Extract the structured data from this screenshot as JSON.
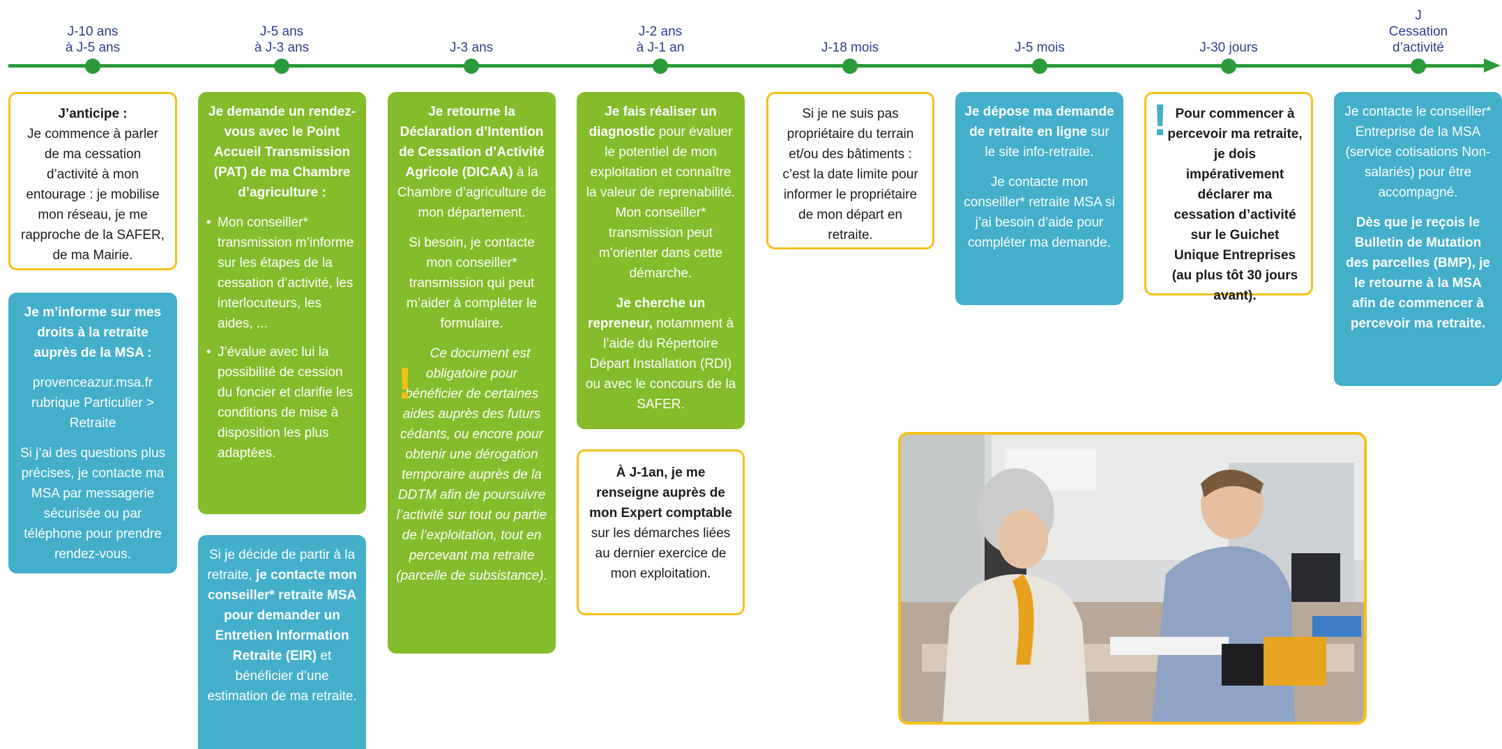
{
  "timeline": {
    "ticks": [
      {
        "line1": "J-10 ans",
        "line2": "à J-5 ans"
      },
      {
        "line1": "J-5 ans",
        "line2": "à J-3 ans"
      },
      {
        "line1": "",
        "line2": "J-3 ans"
      },
      {
        "line1": "J-2 ans",
        "line2": "à J-1 an"
      },
      {
        "line1": "",
        "line2": "J-18 mois"
      },
      {
        "line1": "",
        "line2": "J-5 mois"
      },
      {
        "line1": "",
        "line2": "J-30 jours"
      },
      {
        "line0": "J",
        "line1": "Cessation",
        "line2": "d’activité"
      }
    ]
  },
  "col1": {
    "card1": {
      "title": "J’anticipe :",
      "body": "Je commence à parler de ma cessation d’activité à mon entourage : je mobilise mon réseau, je me rapproche de la SAFER, de ma Mairie."
    },
    "card2": {
      "title": "Je m’informe sur mes droits à la retraite auprès de la MSA :",
      "p1": "provenceazur.msa.fr rubrique Particulier > Retraite",
      "p2": "Si j’ai des questions plus précises, je contacte ma MSA par messagerie sécurisée ou par téléphone pour prendre rendez-vous."
    }
  },
  "col2": {
    "card1": {
      "title": "Je demande un rendez-vous avec le Point Accueil Transmission (PAT) de ma Chambre d’agriculture :",
      "li1": "Mon conseiller* transmission m’informe sur les étapes de la cessation d’activité, les interlocuteurs, les aides, ...",
      "li2": "J’évalue avec lui la possibilité de cession du foncier et clarifie les conditions de mise à disposition les plus adaptées."
    },
    "card2": {
      "pre": "Si je décide de partir à la retraite,",
      "bold": "je contacte mon conseiller* retraite MSA pour demander un Entretien Information Retraite (EIR)",
      "post": "et bénéficier d’une estimation de ma retraite."
    }
  },
  "col3": {
    "card1": {
      "bold": "Je retourne la Déclaration d’Intention de Cessation d’Activité Agricole (DICAA)",
      "post": "à la Chambre d’agriculture de mon département.",
      "p2": "Si besoin, je contacte mon conseiller* transmission qui peut m’aider à compléter le formulaire.",
      "note": "Ce document est obligatoire pour bénéficier de certaines aides auprès des futurs cédants, ou encore pour obtenir une dérogation temporaire auprès de la DDTM afin de poursuivre l’activité sur tout ou partie de l’exploitation, tout en percevant ma retraite (parcelle de subsistance)."
    }
  },
  "col4": {
    "card1": {
      "bold1": "Je fais réaliser un diagnostic",
      "post1": "pour évaluer le potentiel de mon exploitation et connaître la valeur de reprenabilité. Mon conseiller* transmission peut m’orienter dans cette démarche.",
      "bold2": "Je cherche un repreneur,",
      "post2": "notamment à l’aide du Répertoire Départ Installation (RDI) ou avec le concours de la SAFER."
    },
    "card2": {
      "bold": "À J-1an, je me renseigne auprès de mon Expert comptable",
      "post": "sur les démarches liées au dernier exercice de mon exploitation."
    }
  },
  "col5": {
    "card1": {
      "body": "Si je ne suis pas propriétaire du terrain et/ou des bâtiments : c’est la date limite pour informer le propriétaire de mon départ en retraite."
    }
  },
  "col6": {
    "card1": {
      "bold": "Je dépose ma demande de retraite en ligne",
      "post": "sur le site info-retraite.",
      "p2": "Je contacte mon conseiller* retraite MSA si j’ai besoin d’aide pour compléter ma demande."
    }
  },
  "col7": {
    "card1": {
      "body": "Pour commencer à percevoir ma retraite, je dois impérativement déclarer ma cessation d’activité sur le Guichet Unique Entreprises (au plus tôt 30 jours avant)."
    }
  },
  "col8": {
    "card1": {
      "p1": "Je contacte le conseiller* Entreprise de la MSA (service cotisations Non-salariés) pour être accompagné.",
      "p2": "Dès que je reçois le Bulletin de Mutation des parcelles (BMP), je le retourne à la MSA afin de commencer à percevoir ma retraite."
    }
  },
  "exclamation": "!",
  "colors": {
    "green": "#84bc2b",
    "blue": "#43afcb",
    "yellow": "#f6c117",
    "line": "#2a9a3a",
    "label": "#2b3e8c"
  }
}
